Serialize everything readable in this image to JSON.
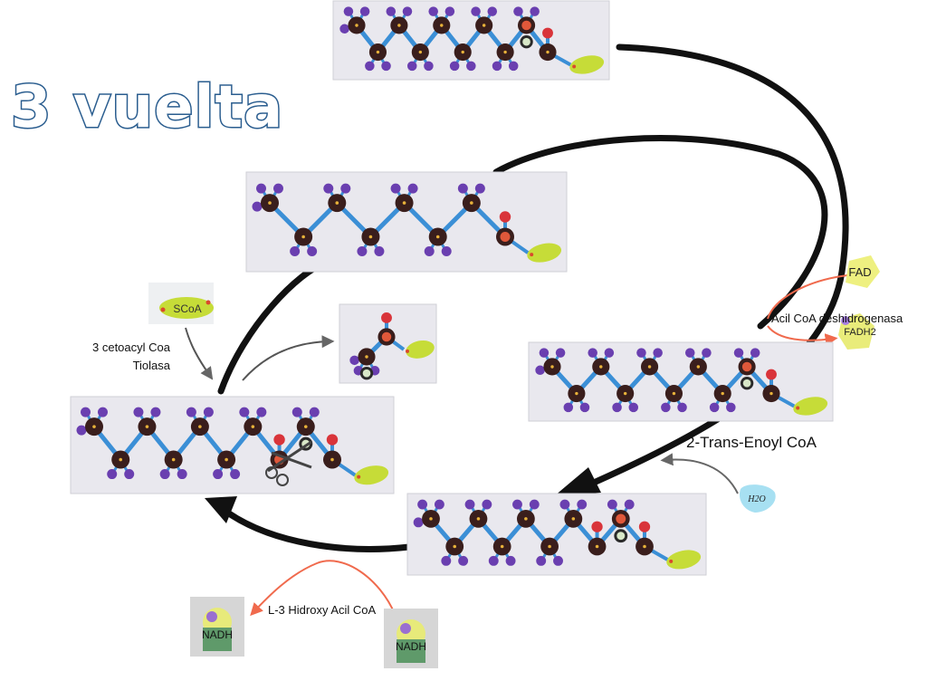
{
  "title": "3 vuelta",
  "labels": {
    "enzyme_dehydrogenase": "Acil CoA deshidrogenasa",
    "trans_enoyl": "2-Trans-Enoyl CoA",
    "hydroxy": "L-3 Hidroxy Acil CoA",
    "thiolase_line1": "3 cetoacyl Coa",
    "thiolase_line2": "Tiolasa"
  },
  "cofactors": {
    "fad": "FAD",
    "fadh2": "FADH2",
    "water": "H2O",
    "scoa": "SCoA",
    "nadh_left": "NADH",
    "nadh_right": "NADH"
  },
  "colors": {
    "carbon": "#3a1e1c",
    "hydrogen": "#6a3fb0",
    "bond": "#3b8fd6",
    "oxygen": "#d9343a",
    "coa": "#c6dc38",
    "panel": "#e9e8ee",
    "cycle_arrow": "#111111",
    "side_arrow_red": "#f06a4d",
    "title_outline": "#2a5d8f"
  }
}
